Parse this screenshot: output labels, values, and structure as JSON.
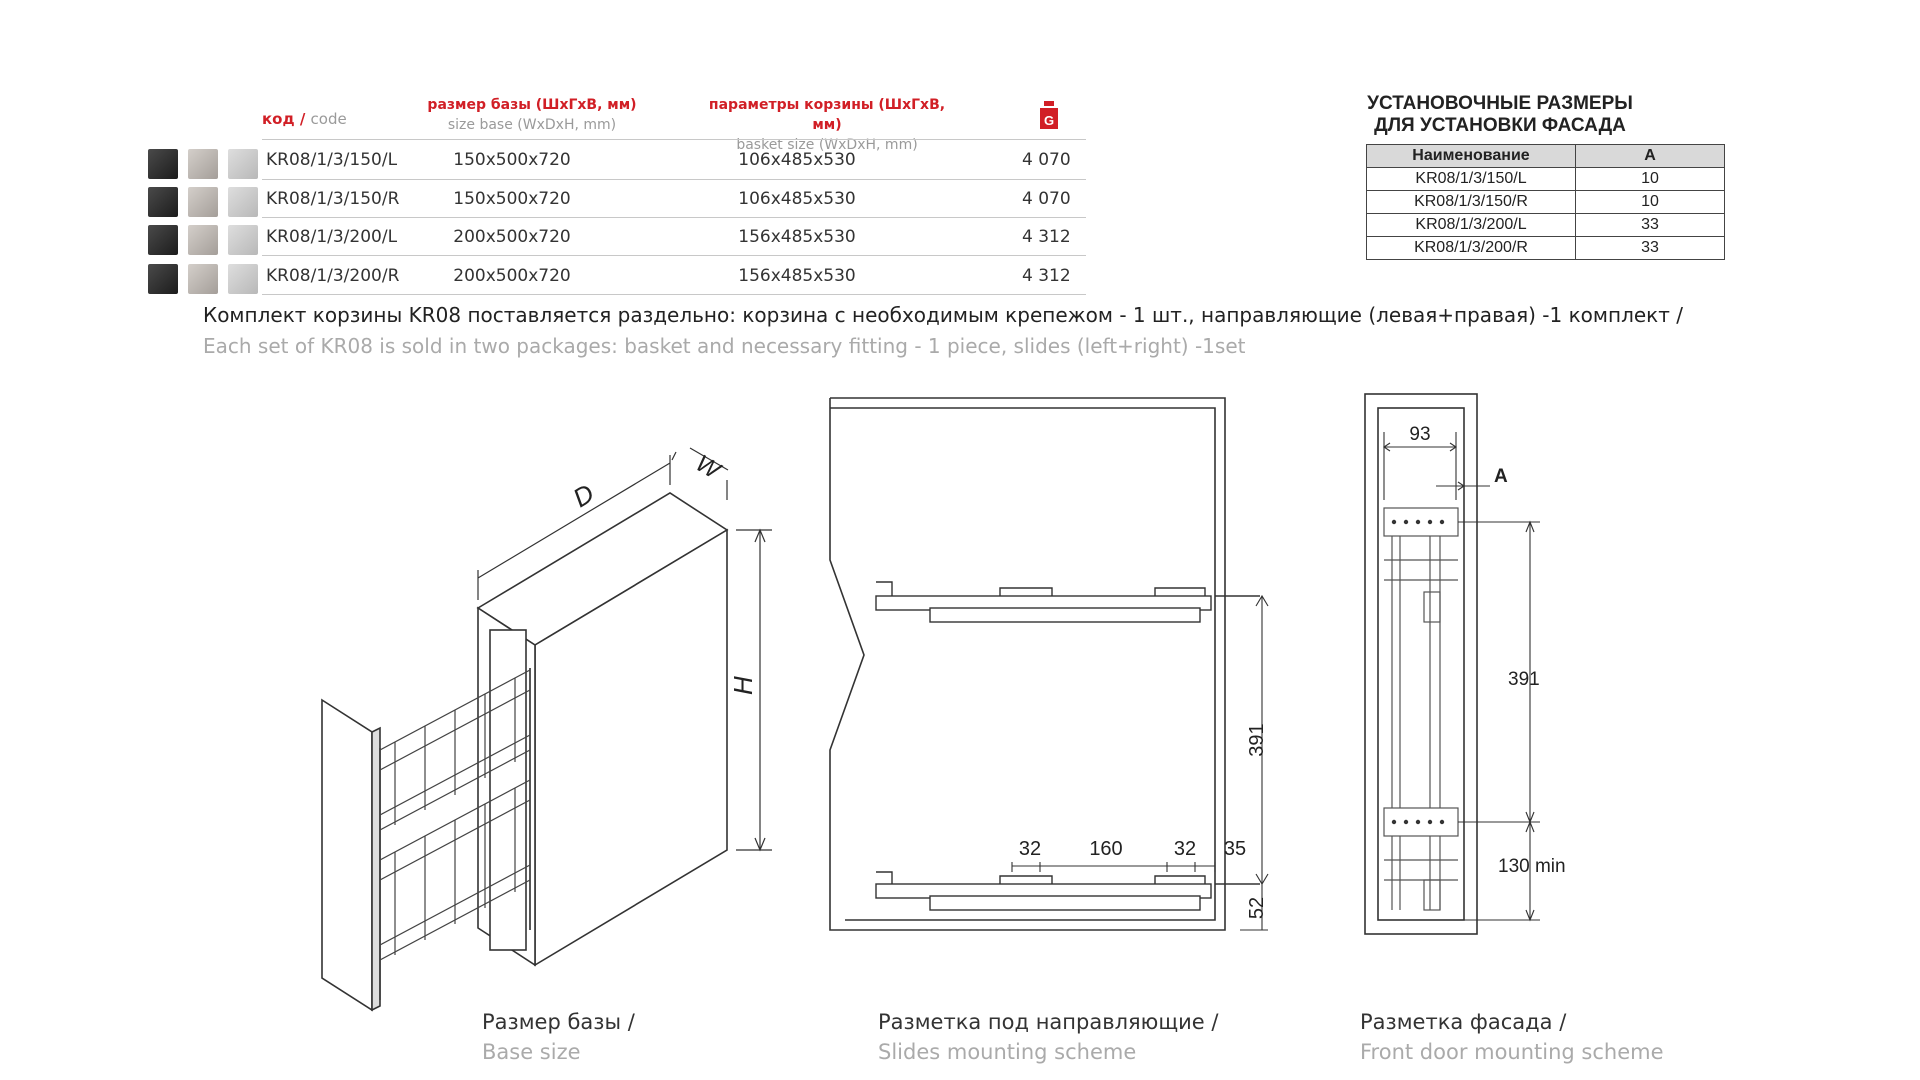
{
  "product_table": {
    "headers": {
      "code_ru": "код",
      "code_sep": " / ",
      "code_en": "code",
      "base_ru": "размер базы (ШхГхВ, мм)",
      "base_en": "size base (WxDxH, mm)",
      "basket_ru": "параметры корзины (ШхГхВ, мм)",
      "basket_en": "basket size (WxDxH, mm)",
      "price_icon": "price-tag-icon",
      "price_icon_letter": "G"
    },
    "rows": [
      {
        "code": "KR08/1/3/150/L",
        "base": "150x500x720",
        "basket": "106x485x530",
        "price": "4 070"
      },
      {
        "code": "KR08/1/3/150/R",
        "base": "150x500x720",
        "basket": "106x485x530",
        "price": "4 070"
      },
      {
        "code": "KR08/1/3/200/L",
        "base": "200x500x720",
        "basket": "156x485x530",
        "price": "4 312"
      },
      {
        "code": "KR08/1/3/200/R",
        "base": "200x500x720",
        "basket": "156x485x530",
        "price": "4 312"
      }
    ],
    "swatch_colors": [
      "#2e2e2e",
      "#bdb7b1",
      "#c9c9c9"
    ]
  },
  "install_table": {
    "title_line1": "УСТАНОВОЧНЫЕ РАЗМЕРЫ",
    "title_line2": "ДЛЯ УСТАНОВКИ ФАСАДА",
    "col_name": "Наименование",
    "col_a": "A",
    "rows": [
      {
        "name": "KR08/1/3/150/L",
        "a": "10"
      },
      {
        "name": "KR08/1/3/150/R",
        "a": "10"
      },
      {
        "name": "KR08/1/3/200/L",
        "a": "33"
      },
      {
        "name": "KR08/1/3/200/R",
        "a": "33"
      }
    ]
  },
  "note": {
    "ru": "Комплект корзины KR08 поставляется раздельно: корзина с необходимым крепежом - 1 шт., направляющие (левая+правая) -1 комплект /",
    "en": "Each set of KR08 is sold in two packages: basket and necessary fitting - 1 piece, slides (left+right) -1set"
  },
  "diagrams": {
    "base": {
      "label_d": "D",
      "label_w": "W",
      "label_h": "H",
      "caption_ru": "Размер базы /",
      "caption_en": "Base size"
    },
    "slides": {
      "dim_391": "391",
      "dim_32a": "32",
      "dim_160": "160",
      "dim_32b": "32",
      "dim_35": "35",
      "dim_52": "52",
      "caption_ru": "Разметка под направляющие /",
      "caption_en": "Slides mounting scheme"
    },
    "front": {
      "dim_93": "93",
      "dim_a": "A",
      "dim_391": "391",
      "dim_130": "130 min",
      "caption_ru": "Разметка фасада /",
      "caption_en": "Front door mounting scheme"
    }
  },
  "colors": {
    "accent_red": "#d11f26",
    "muted_gray": "#9a9a9a",
    "line": "#333333"
  }
}
